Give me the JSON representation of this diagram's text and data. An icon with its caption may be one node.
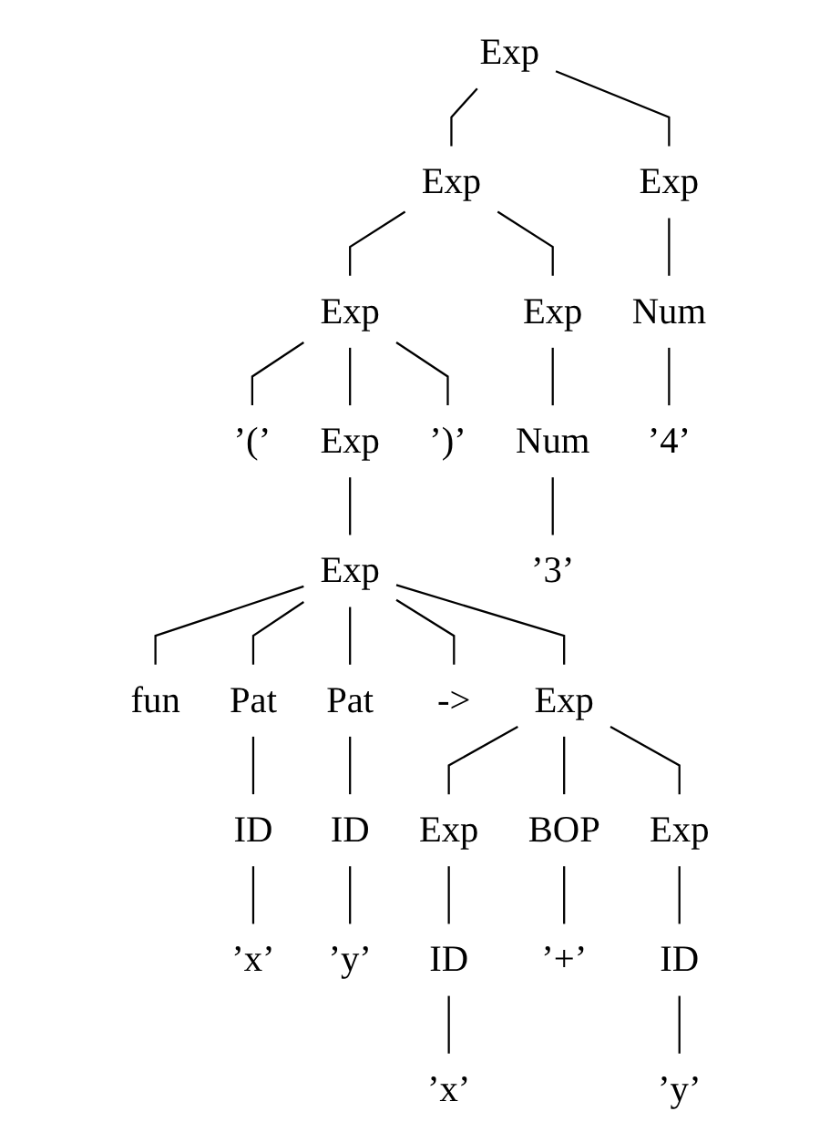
{
  "diagram": {
    "nodes": [
      {
        "text": [
          "Exp"
        ]
      },
      {
        "text": [
          "Exp"
        ]
      },
      {
        "text": [
          "Exp"
        ]
      },
      {
        "text": [
          "Exp"
        ]
      },
      {
        "text": [
          "Exp"
        ]
      },
      {
        "text": [
          "Num"
        ]
      },
      {
        "text": [
          "’(’"
        ]
      },
      {
        "text": [
          "Exp"
        ]
      },
      {
        "text": [
          "’)’"
        ]
      },
      {
        "text": [
          "Num"
        ]
      },
      {
        "text": [
          "’4’"
        ]
      },
      {
        "text": [
          "Exp"
        ]
      },
      {
        "text": [
          "’3’"
        ]
      },
      {
        "text": [
          "fun"
        ]
      },
      {
        "text": [
          "Pat"
        ]
      },
      {
        "text": [
          "Pat"
        ]
      },
      {
        "text": [
          "->"
        ]
      },
      {
        "text": [
          "Exp"
        ]
      },
      {
        "text": [
          "ID"
        ]
      },
      {
        "text": [
          "ID"
        ]
      },
      {
        "text": [
          "Exp"
        ]
      },
      {
        "text": [
          "BOP"
        ]
      },
      {
        "text": [
          "Exp"
        ]
      },
      {
        "text": [
          "’x’"
        ]
      },
      {
        "text": [
          "’y’"
        ]
      },
      {
        "text": [
          "ID"
        ]
      },
      {
        "text": [
          "’+’"
        ]
      },
      {
        "text": [
          "ID"
        ]
      },
      {
        "text": [
          "’x’"
        ]
      },
      {
        "text": [
          "’y’"
        ]
      }
    ],
    "edges": [
      {
        "from": 0,
        "to": 1,
        "arrow": "none"
      },
      {
        "from": 0,
        "to": 2,
        "arrow": "none"
      },
      {
        "from": 1,
        "to": 3,
        "arrow": "none"
      },
      {
        "from": 1,
        "to": 4,
        "arrow": "none"
      },
      {
        "from": 2,
        "to": 5,
        "arrow": "none"
      },
      {
        "from": 3,
        "to": 6,
        "arrow": "none"
      },
      {
        "from": 3,
        "to": 7,
        "arrow": "none"
      },
      {
        "from": 3,
        "to": 8,
        "arrow": "none"
      },
      {
        "from": 4,
        "to": 9,
        "arrow": "none"
      },
      {
        "from": 5,
        "to": 10,
        "arrow": "none"
      },
      {
        "from": 7,
        "to": 11,
        "arrow": "none"
      },
      {
        "from": 9,
        "to": 12,
        "arrow": "none"
      },
      {
        "from": 11,
        "to": 13,
        "arrow": "none"
      },
      {
        "from": 11,
        "to": 14,
        "arrow": "none"
      },
      {
        "from": 11,
        "to": 15,
        "arrow": "none"
      },
      {
        "from": 11,
        "to": 16,
        "arrow": "none"
      },
      {
        "from": 11,
        "to": 17,
        "arrow": "none"
      },
      {
        "from": 14,
        "to": 18,
        "arrow": "none"
      },
      {
        "from": 15,
        "to": 19,
        "arrow": "none"
      },
      {
        "from": 17,
        "to": 20,
        "arrow": "none"
      },
      {
        "from": 17,
        "to": 21,
        "arrow": "none"
      },
      {
        "from": 17,
        "to": 22,
        "arrow": "none"
      },
      {
        "from": 18,
        "to": 23,
        "arrow": "none"
      },
      {
        "from": 19,
        "to": 24,
        "arrow": "none"
      },
      {
        "from": 20,
        "to": 25,
        "arrow": "none"
      },
      {
        "from": 21,
        "to": 26,
        "arrow": "none"
      },
      {
        "from": 22,
        "to": 27,
        "arrow": "none"
      },
      {
        "from": 25,
        "to": 28,
        "arrow": "none"
      },
      {
        "from": 27,
        "to": 29,
        "arrow": "none"
      }
    ]
  }
}
